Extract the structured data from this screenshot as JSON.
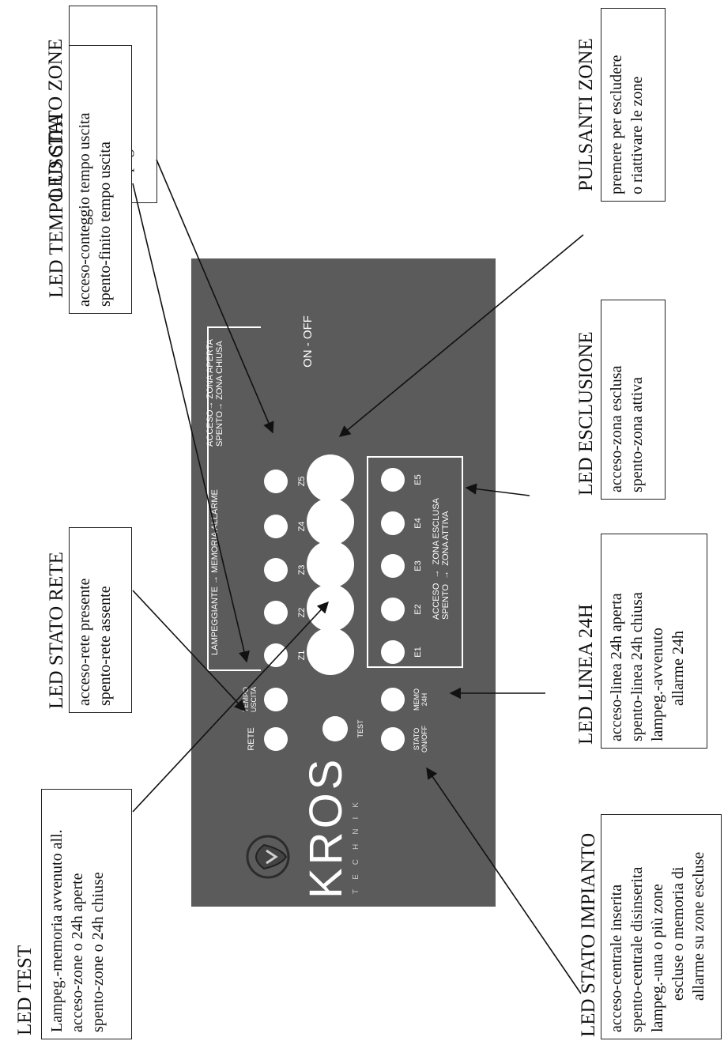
{
  "panel": {
    "labels": {
      "memo_legend": "LAMPEGGIANTE → MEMORIA ALLARME",
      "zone_legend": "ACCESO→ ZONA APERTA\nSPENTO→ ZONA CHIUSA",
      "on_off": "ON - OFF",
      "esclusione_legend": "ACCESO  →  ZONA ESCLUSA\nSPENTO  →  ZONA ATTIVA",
      "rete": "RETE",
      "tempo_uscita": "TEMPO\nUSCITA",
      "test": "TEST",
      "memo_24h": "MEMO\n24H",
      "stato_on_off": "STATO\nON/OFF",
      "z1": "Z1",
      "z2": "Z2",
      "z3": "Z3",
      "z4": "Z4",
      "z5": "Z5",
      "e1": "E1",
      "e2": "E2",
      "e3": "E3",
      "e4": "E4",
      "e5": "E5"
    },
    "logo": {
      "brand": "KROS",
      "sub": "TECHNIK"
    }
  },
  "callouts": {
    "stato_zone": {
      "title": "LED STATO ZONE",
      "lines": [
        "acceso-zona aperta",
        "spento-zona chiusa",
        "lampeg-memoria all."
      ]
    },
    "tempo_uscita": {
      "title": "LED TEMPO USCITA",
      "lines": [
        "acceso-conteggio tempo uscita",
        "spento-finito tempo uscita"
      ]
    },
    "stato_rete": {
      "title": "LED STATO RETE",
      "lines": [
        "acceso-rete presente",
        "spento-rete assente"
      ]
    },
    "test": {
      "title": "LED TEST",
      "lines": [
        "Lampeg.-memoria avvenuto all.",
        "acceso-zone o 24h aperte",
        "spento-zone o 24h chiuse"
      ]
    },
    "pulsanti_zone": {
      "title": "PULSANTI ZONE",
      "lines": [
        "premere per escludere",
        "o riattivare le zone"
      ]
    },
    "esclusione": {
      "title": "LED ESCLUSIONE",
      "lines": [
        "acceso-zona esclusa",
        "spento-zona attiva"
      ]
    },
    "linea_24h": {
      "title": "LED LINEA 24H",
      "lines": [
        "acceso-linea 24h aperta",
        "spento-linea 24h chiusa",
        "lampeg.-avvenuto",
        "allarme 24h"
      ]
    },
    "stato_impianto": {
      "title": "LED STATO IMPIANTO",
      "lines": [
        "acceso-centrale inserita",
        "spento-centrale disinserita",
        "lampeg.-una o più zone",
        "escluse o memoria di",
        "allarme su zone escluse"
      ]
    }
  },
  "colors": {
    "panel": "#5b5b5b",
    "led": "#ffffff",
    "ink": "#111111"
  }
}
